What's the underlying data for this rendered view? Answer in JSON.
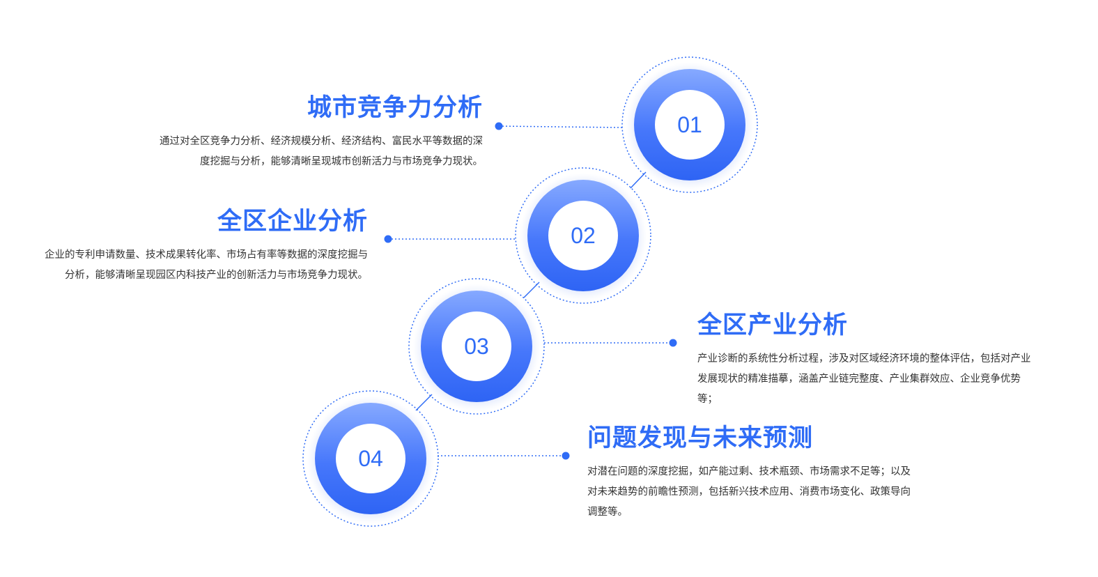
{
  "steps": [
    {
      "number": "01",
      "title": "城市竞争力分析",
      "description": "通过对全区竞争力分析、经济规模分析、经济结构、富民水平等数据的深度挖掘与分析，能够清晰呈现城市创新活力与市场竞争力现状。"
    },
    {
      "number": "02",
      "title": "全区企业分析",
      "description": "企业的专利申请数量、技术成果转化率、市场占有率等数据的深度挖掘与分析，能够清晰呈现园区内科技产业的创新活力与市场竞争力现状。"
    },
    {
      "number": "03",
      "title": "全区产业分析",
      "description": "产业诊断的系统性分析过程，涉及对区域经济环境的整体评估，包括对产业发展现状的精准描摹，涵盖产业链完整度、产业集群效应、企业竞争优势等；"
    },
    {
      "number": "04",
      "title": "问题发现与未来预测",
      "description": "对潜在问题的深度挖掘，如产能过剩、技术瓶颈、市场需求不足等；以及对未来趋势的前瞻性预测，包括新兴技术应用、消费市场变化、政策导向调整等。"
    }
  ],
  "colors": {
    "accent": "#2f6cf6",
    "accent_light": "#7ba4ff",
    "text": "#333333"
  }
}
